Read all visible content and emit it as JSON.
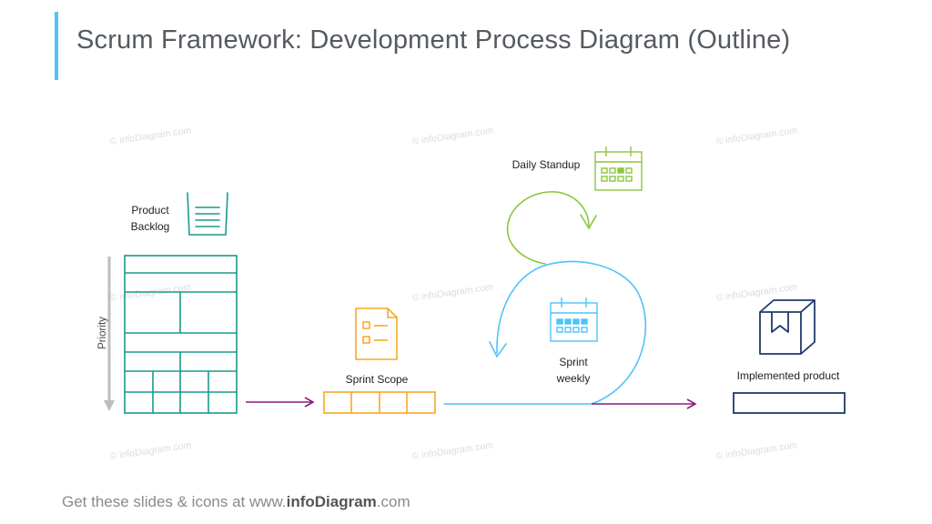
{
  "title": "Scrum Framework: Development Process Diagram (Outline)",
  "labels": {
    "product_backlog_line1": "Product",
    "product_backlog_line2": "Backlog",
    "priority": "Priority",
    "sprint_scope": "Sprint Scope",
    "daily_standup": "Daily Standup",
    "sprint_weekly_line1": "Sprint",
    "sprint_weekly_line2": "weekly",
    "implemented_product": "Implemented product"
  },
  "watermark": "© infoDiagram.com",
  "footer": {
    "prefix": "Get these slides & icons at www.",
    "brand": "infoDiagram",
    "suffix": ".com"
  },
  "colors": {
    "accent": "#4fc3f7",
    "backlog": "#1a9a8a",
    "sprint_scope": "#f7a823",
    "daily_standup": "#8cc63f",
    "sprint_cycle": "#4fc3f7",
    "arrow": "#8b1a7e",
    "product": "#1f3a6e",
    "priority_arrow": "#bdbdbd"
  },
  "icons": {
    "backlog": "list-basket-icon",
    "sprint_scope": "document-checklist-icon",
    "daily_standup": "calendar-icon",
    "sprint_weekly": "calendar-icon",
    "product": "box-icon"
  }
}
